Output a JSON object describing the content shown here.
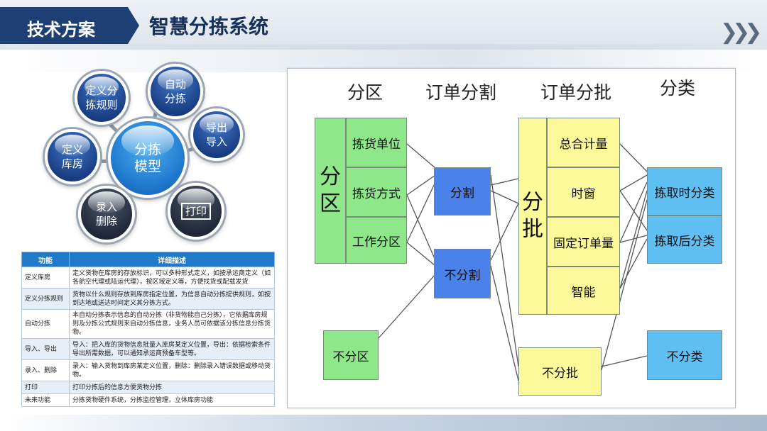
{
  "header": {
    "tab_label": "技术方案",
    "title": "智慧分拣系统",
    "chevrons": "❯❯❯"
  },
  "bubbles": {
    "center": [
      "分拣",
      "模型"
    ],
    "define_rule": [
      "定义分",
      "拣规则"
    ],
    "auto_sort": [
      "自动",
      "分拣"
    ],
    "export": [
      "导出",
      "导入"
    ],
    "define_warehouse": [
      "定义",
      "库房"
    ],
    "record": [
      "录入",
      "删除"
    ],
    "print": "打印"
  },
  "table": {
    "headers": [
      "功能",
      "详细描述"
    ],
    "rows": [
      {
        "func": "定义库房",
        "desc": "定义货物在库房的存放标识，可以多种形式定义，如按承运商定义（如各航空代理或陆运代理），按区域定义等，方便找货或配载发货"
      },
      {
        "func": "定义分拣规则",
        "desc": "货物以什么规则存放到库房指定位置，为信息自动分拣提供规则，如按到达地或送达时间定义其分拣方式。"
      },
      {
        "func": "自动分拣",
        "desc": "本自动分拣表示信息的自动分拣（非货物能自己分拣），它依据库房规则及分拣公式规则来自动分拣信息，业务人员可依据该分拣信息分拣货物。"
      },
      {
        "func": "导入、导出",
        "desc": "导入：把入库的货物信息批量入库房某定义位置，导出：依据检索条件导出所需数据，可以通知承运商预备车型等。"
      },
      {
        "func": "录入、删除",
        "desc": "录入：输入货物到库房某定义位置，删除：删除录入错误数据或移动货物。"
      },
      {
        "func": "打印",
        "desc": "打印分拣后的信息方便货物分拣"
      },
      {
        "func": "未来功能",
        "desc": "分拣货物硬件系统，分拣监控管理，立体库房功能"
      }
    ]
  },
  "diagram": {
    "headers": [
      "分区",
      "订单分割",
      "订单分批",
      "分类"
    ],
    "zone_big": [
      "分",
      "区"
    ],
    "zone_items": [
      "拣货单位",
      "拣货方式",
      "工作分区"
    ],
    "no_zone": "不分区",
    "split": "分割",
    "no_split": "不分割",
    "batch_big": [
      "分",
      "批"
    ],
    "batch_items": [
      "总合计量",
      "时窗",
      "固定订单量",
      "智能"
    ],
    "no_batch": "不分批",
    "classify_items": [
      "拣取时分类",
      "拣取后分类"
    ],
    "no_classify": "不分类",
    "colors": {
      "green": "#8ee88a",
      "blue": "#4a82ea",
      "yellow": "#fbf99a",
      "cyan": "#5fbff2"
    }
  }
}
